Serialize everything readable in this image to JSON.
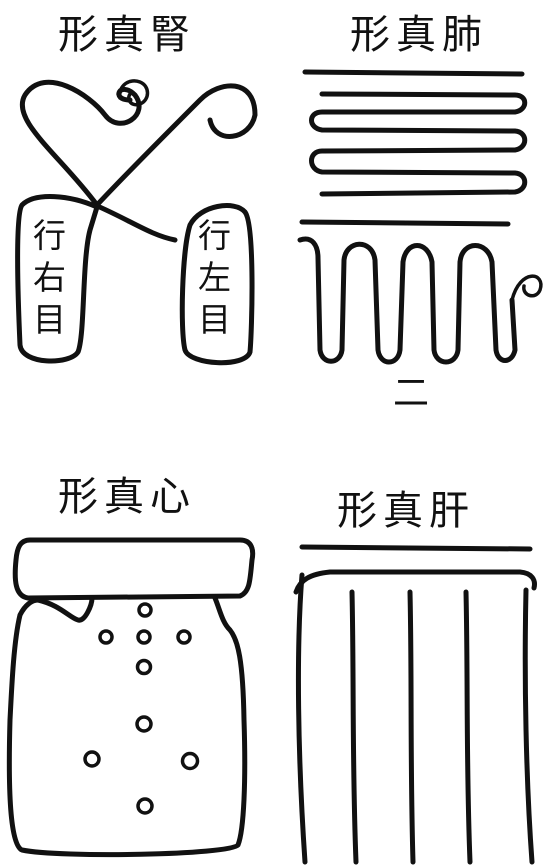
{
  "panels": {
    "kidney": {
      "title": "形真腎",
      "right_label": [
        "行",
        "右",
        "目"
      ],
      "left_label": [
        "行",
        "左",
        "目"
      ]
    },
    "lung": {
      "title": "形真肺"
    },
    "heart": {
      "title": "形真心"
    },
    "liver": {
      "title": "形真肝"
    }
  },
  "page_number": "二",
  "colors": {
    "ink": "#111111",
    "paper": "#ffffff"
  }
}
